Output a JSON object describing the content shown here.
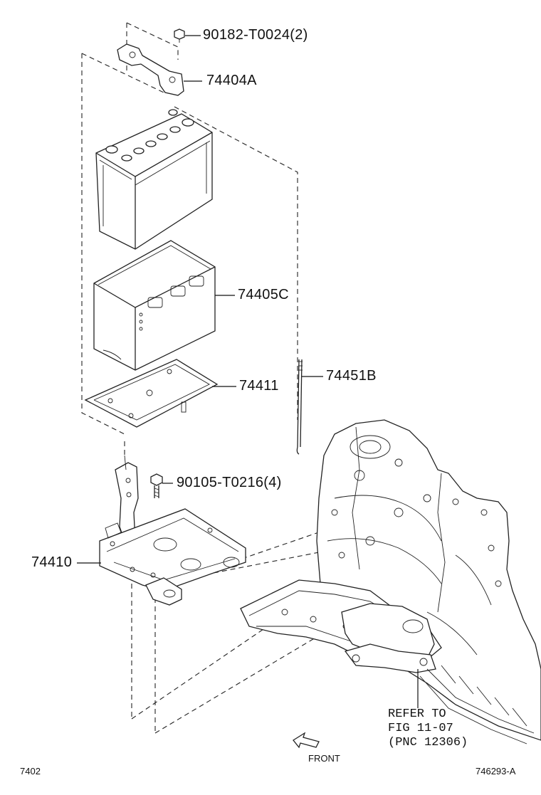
{
  "parts": {
    "p90182": "90182-T0024(2)",
    "p74404A": "74404A",
    "p74405C": "74405C",
    "p74411": "74411",
    "p74451B": "74451B",
    "p90105": "90105-T0216(4)",
    "p74410": "74410"
  },
  "reference": {
    "line1": "REFER TO",
    "line2": "FIG 11-07",
    "line3": "(PNC 12306)"
  },
  "front_label": "FRONT",
  "page_code": "7402",
  "drawing_id": "746293-A",
  "icons": {
    "front_arrow": "front-arrow-icon"
  }
}
